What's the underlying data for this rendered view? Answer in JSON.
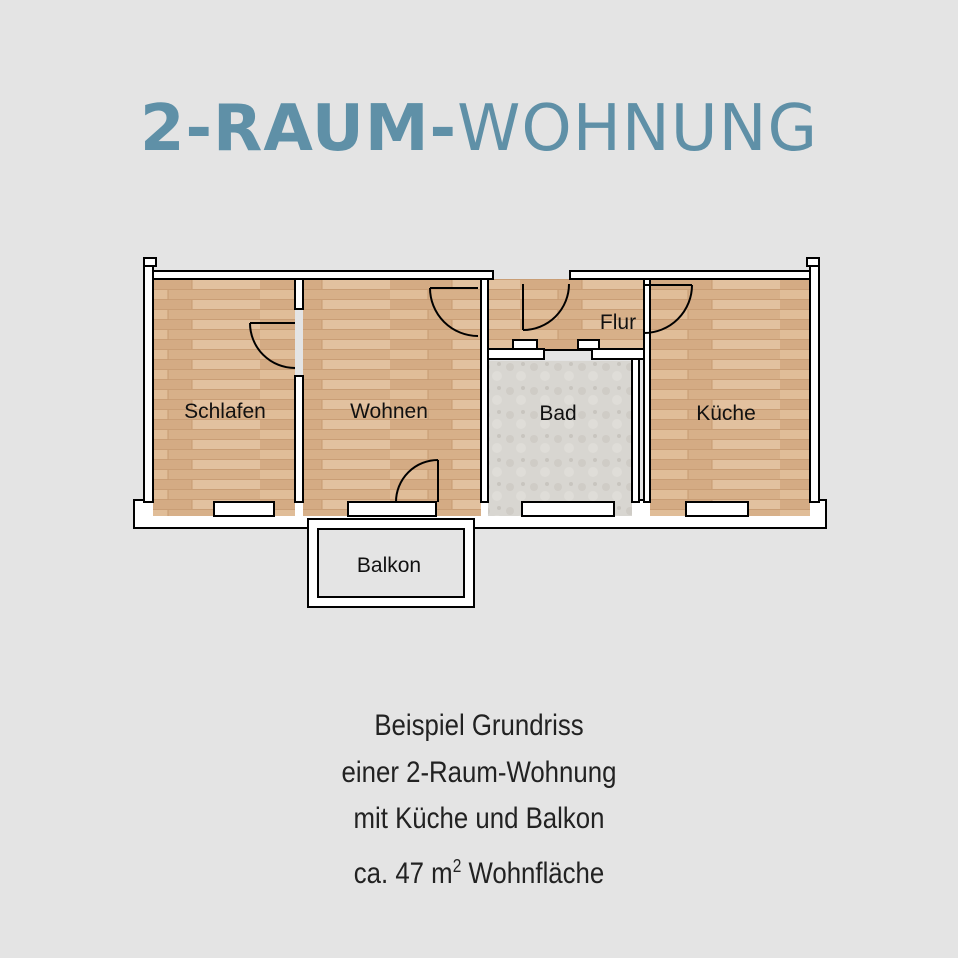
{
  "title": {
    "bold": "2-RAUM-",
    "light": "WOHNUNG"
  },
  "floorplan": {
    "rooms": {
      "schlafen": "Schlafen",
      "wohnen": "Wohnen",
      "bad": "Bad",
      "kueche": "Küche",
      "flur": "Flur",
      "balkon": "Balkon"
    }
  },
  "caption": {
    "line1": "Beispiel Grundriss",
    "line2": "einer 2-Raum-Wohnung",
    "line3": "mit Küche und Balkon",
    "line4_prefix": "ca. 47 m",
    "line4_sup": "2",
    "line4_suffix": " Wohnfläche"
  },
  "colors": {
    "title": "#5f90a7",
    "background": "#e4e4e4",
    "wood": "#d9b38e",
    "tile": "#d6d4cf",
    "wall": "#000000"
  }
}
